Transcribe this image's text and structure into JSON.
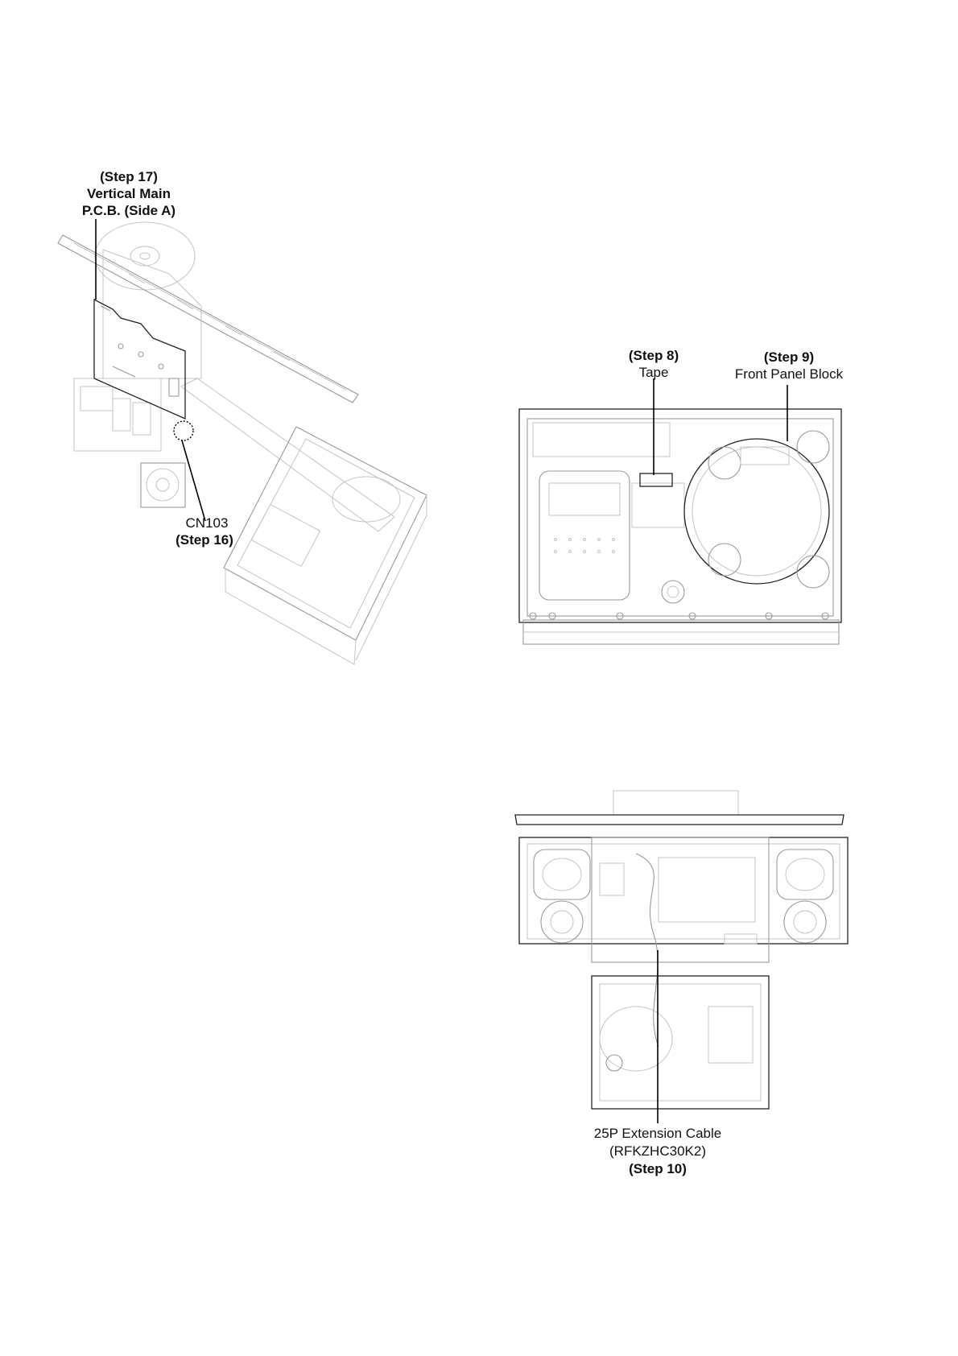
{
  "figure1": {
    "pcb_label": {
      "step": "(Step 17)",
      "line1": "Vertical Main",
      "line2": "P.C.B. (Side A)"
    },
    "connector_label": {
      "name": "CN103",
      "step": "(Step 16)"
    }
  },
  "figure2": {
    "tape_label": {
      "step": "(Step 8)",
      "name": "Tape"
    },
    "front_panel_label": {
      "step": "(Step 9)",
      "name": "Front Panel Block"
    }
  },
  "figure3": {
    "cable_label": {
      "name": "25P Extension Cable",
      "part": "(RFKZHC30K2)",
      "step": "(Step 10)"
    }
  }
}
